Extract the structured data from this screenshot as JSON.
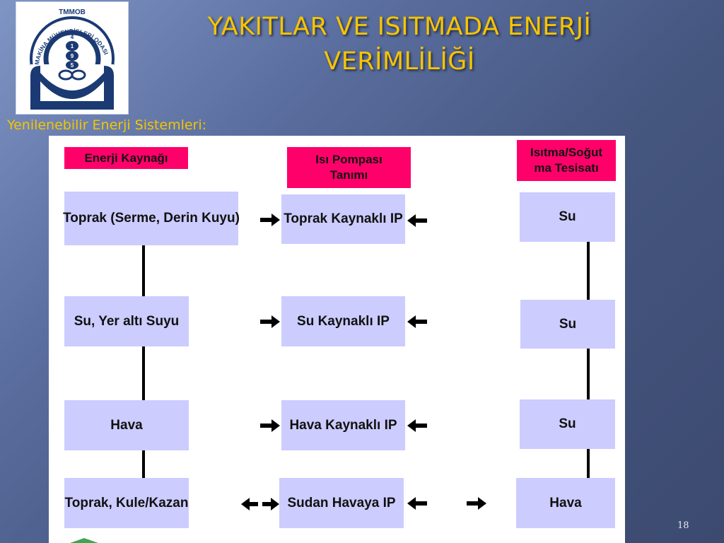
{
  "slide": {
    "title_line1": "YAKITLAR VE ISITMADA ENERJİ",
    "title_line2": "VERİMLİLİĞİ",
    "subtitle": "Yenilenebilir Enerji Sistemleri:",
    "page_number": "18"
  },
  "logo": {
    "top_text": "TMMOB",
    "ring_text": "MAKİNA MÜHENDİSLERİ ODASI",
    "digits": [
      "1",
      "9",
      "5",
      "4"
    ],
    "color": "#1b3a73"
  },
  "diagram": {
    "headers": {
      "source": "Enerji Kaynağı",
      "heat_pump_line1": "Isı Pompası",
      "heat_pump_line2": "Tanımı",
      "system_line1": "Isıtma/Soğut",
      "system_line2": "ma Tesisatı"
    },
    "rows": [
      {
        "source": "Toprak (Serme, Derin Kuyu)",
        "pump": "Toprak Kaynaklı IP",
        "system": "Su"
      },
      {
        "source": "Su, Yer altı Suyu",
        "pump": "Su Kaynaklı IP",
        "system": "Su"
      },
      {
        "source": "Hava",
        "pump": "Hava Kaynaklı IP",
        "system": "Su"
      },
      {
        "source": "Toprak, Kule/Kazan",
        "pump": "Sudan Havaya IP",
        "system": "Hava"
      }
    ],
    "colors": {
      "header": "#ff006a",
      "box": "#ccccff",
      "connector": "#000000"
    }
  }
}
